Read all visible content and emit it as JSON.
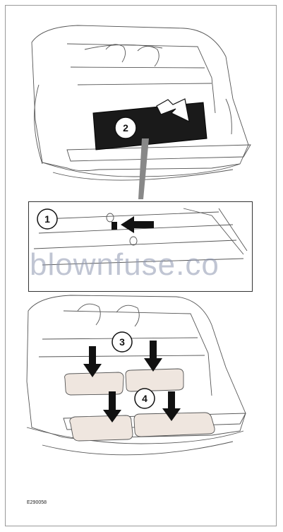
{
  "callouts": {
    "c1": "1",
    "c2": "2",
    "c3": "3",
    "c4": "4"
  },
  "watermark": "blownfuse.co",
  "figure_id": "E290058",
  "colors": {
    "line": "#333333",
    "panel_dark": "#1a1a1a",
    "cushion": "#efe6df",
    "watermark": "#8c96af"
  }
}
